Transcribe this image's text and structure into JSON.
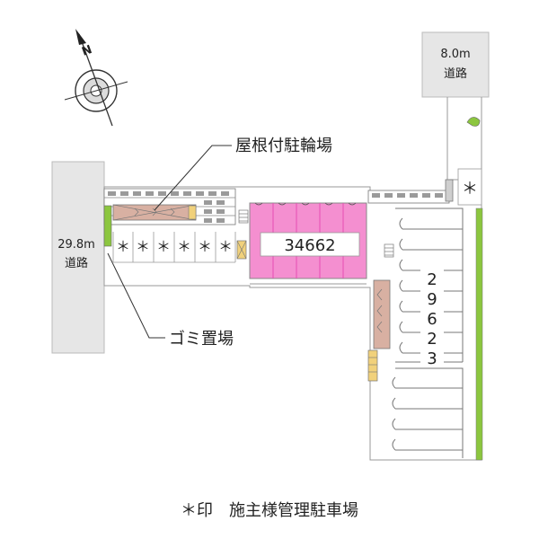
{
  "roads": {
    "top_right": {
      "width": "8.0m",
      "name": "道路"
    },
    "left": {
      "width": "29.8m",
      "name": "道路"
    }
  },
  "labels": {
    "bicycle_parking": "屋根付駐輪場",
    "garbage": "ゴミ置場",
    "building_number": "34662",
    "vertical_digits": [
      "2",
      "9",
      "6",
      "2",
      "3"
    ],
    "star": "＊",
    "footer": "＊印　施主様管理駐車場"
  },
  "compass": {
    "north_letter": "N"
  },
  "owner_spaces": [
    "＊",
    "＊",
    "＊",
    "＊",
    "＊",
    "＊"
  ],
  "colors": {
    "building_fill": "#f48fd0",
    "building_stripe": "#e64db4",
    "road_fill": "#e6e6e6",
    "garbage_fill": "#d8b0a2",
    "hedge": "#8cc63f"
  }
}
